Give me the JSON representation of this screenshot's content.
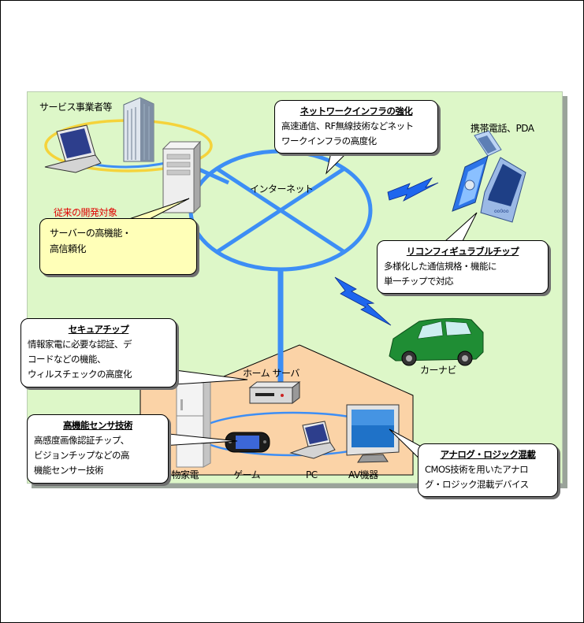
{
  "labels": {
    "service_provider": "サービス事業者等",
    "conventional_target": "従来の開発対象",
    "internet": "インターネット",
    "mobile": "携帯電話、PDA",
    "car_nav": "カーナビ",
    "home_server": "ホーム サーバ",
    "appliance": "白物家電",
    "game": "ゲーム",
    "pc": "PC",
    "av": "AV機器"
  },
  "callouts": {
    "network": {
      "title": "ネットワークインフラの強化",
      "lines": [
        "高速通信、RF無線技術などネット",
        "ワークインフラの高度化"
      ]
    },
    "server": {
      "lines": [
        "サーバーの高機能・",
        "高信頼化"
      ]
    },
    "reconfig": {
      "title": "リコンフィギュラブルチップ",
      "lines": [
        "多様化した通信規格・機能に",
        "単一チップで対応"
      ]
    },
    "secure": {
      "title": "セキュアチップ",
      "lines": [
        "情報家電に必要な認証、デ",
        "コードなどの機能、",
        "ウィルスチェックの高度化"
      ]
    },
    "sensor": {
      "title": "高機能センサ技術",
      "lines": [
        "高感度画像認証チップ、",
        "ビジョンチップなどの高",
        "機能センサー技術"
      ]
    },
    "mixed": {
      "title": "アナログ・ロジック混載",
      "lines": [
        "CMOS技術を用いたアナロ",
        "グ・ロジック混載デバイス"
      ]
    }
  },
  "colors": {
    "panel_bg": "#ddf7c8",
    "network_blue": "#3d8ef5",
    "house_fill": "#fbd3a7",
    "highlight_yellow": "#f5d33b",
    "callout_yellow": "#ffffb8",
    "red_text": "#e00000"
  }
}
